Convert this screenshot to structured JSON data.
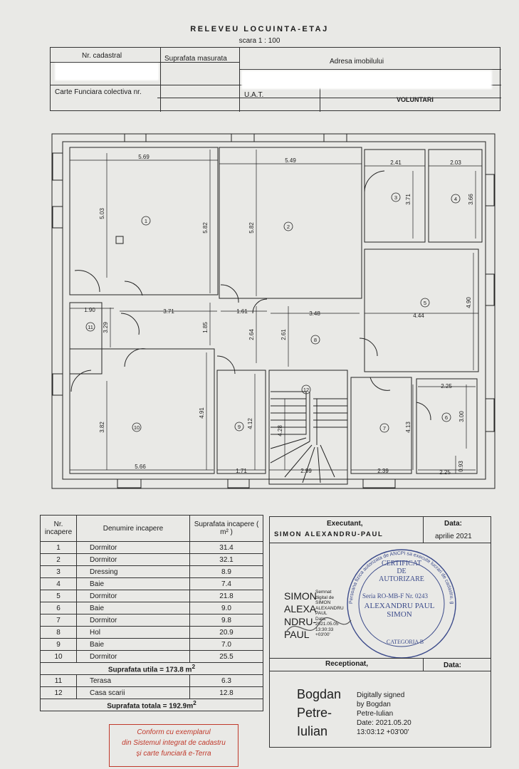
{
  "header": {
    "title": "RELEVEU LOCUINTA-ETAJ",
    "scale": "scara 1 : 100",
    "nr_cadastral": "Nr. cadastral",
    "suprafata": "Suprafata masurata",
    "adresa": "Adresa imobilului",
    "carte_funciara": "Carte Funciara colectiva nr.",
    "uat": "U.A.T.",
    "uat_value": "VOLUNTARI"
  },
  "plan": {
    "rooms": [
      "1",
      "2",
      "3",
      "4",
      "5",
      "6",
      "7",
      "8",
      "9",
      "10",
      "11",
      "12"
    ],
    "dimensions": [
      "5.69",
      "5.49",
      "2.41",
      "2.03",
      "5.03",
      "5.82",
      "5.82",
      "3.71",
      "3.66",
      "4.90",
      "4.44",
      "1.90",
      "3.71",
      "1.61",
      "3.48",
      "3.29",
      "1.85",
      "2.64",
      "2.61",
      "2.25",
      "3.82",
      "4.91",
      "4.12",
      "4.28",
      "4.13",
      "3.00",
      "5.66",
      "1.71",
      "2.99",
      "2.39",
      "2.25",
      "0.93"
    ]
  },
  "table": {
    "h_nr": "Nr. incapere",
    "h_name": "Denumire incapere",
    "h_area": "Suprafata incapere ( m² )",
    "rows": [
      {
        "nr": "1",
        "name": "Dormitor",
        "area": "31.4"
      },
      {
        "nr": "2",
        "name": "Dormitor",
        "area": "32.1"
      },
      {
        "nr": "3",
        "name": "Dressing",
        "area": "8.9"
      },
      {
        "nr": "4",
        "name": "Baie",
        "area": "7.4"
      },
      {
        "nr": "5",
        "name": "Dormitor",
        "area": "21.8"
      },
      {
        "nr": "6",
        "name": "Baie",
        "area": "9.0"
      },
      {
        "nr": "7",
        "name": "Dormitor",
        "area": "9.8"
      },
      {
        "nr": "8",
        "name": "Hol",
        "area": "20.9"
      },
      {
        "nr": "9",
        "name": "Baie",
        "area": "7.0"
      },
      {
        "nr": "10",
        "name": "Dormitor",
        "area": "25.5"
      }
    ],
    "util": "Suprafata utila = 173.8 m",
    "rows2": [
      {
        "nr": "11",
        "name": "Terasa",
        "area": "6.3"
      },
      {
        "nr": "12",
        "name": "Casa scarii",
        "area": "12.8"
      }
    ],
    "total": "Suprafata totala = 192.9m",
    "sup2": "2"
  },
  "executant": {
    "label": "Executant,",
    "name": "SIMON ALEXANDRU-PAUL",
    "data_label": "Data:",
    "date": "aprilie 2021",
    "sig_name": [
      "SIMON",
      "ALEXA",
      "NDRU-",
      "PAUL"
    ],
    "sig_text": [
      "Semnat",
      "digital de",
      "SIMON",
      "ALEXANDRU",
      "PAUL",
      "Data:",
      "2021.05.05",
      "13:30:33",
      "+03'00'"
    ],
    "stamp_outer": "Persoana fizica autorizata de ANCPI sa execute lucrari de cadastru, geodezie și cartografie",
    "stamp_cert": [
      "CERTIFICAT",
      "DE",
      "AUTORIZARE"
    ],
    "stamp_serie": "Seria RO-MB-F Nr. 0243",
    "stamp_name": [
      "ALEXANDRU PAUL",
      "SIMON"
    ],
    "stamp_cat": "CATEGORIA B"
  },
  "receptionat": {
    "label": "Receptionat,",
    "data_label": "Data:",
    "sig_name": [
      "Bogdan",
      "Petre-",
      "Iulian"
    ],
    "sig_text": [
      "Digitally signed",
      "by Bogdan",
      "Petre-Iulian",
      "Date: 2021.05.20",
      "13:03:12 +03'00'"
    ]
  },
  "stamp_red": [
    "Conform cu exemplarul",
    "din Sistemul integrat de cadastru",
    "și carte funciară e-Terra"
  ],
  "colors": {
    "paper": "#e9e9e6",
    "ink": "#1c1c1c",
    "stamp_blue": "#3b4a8a",
    "stamp_red": "#c0392b"
  }
}
